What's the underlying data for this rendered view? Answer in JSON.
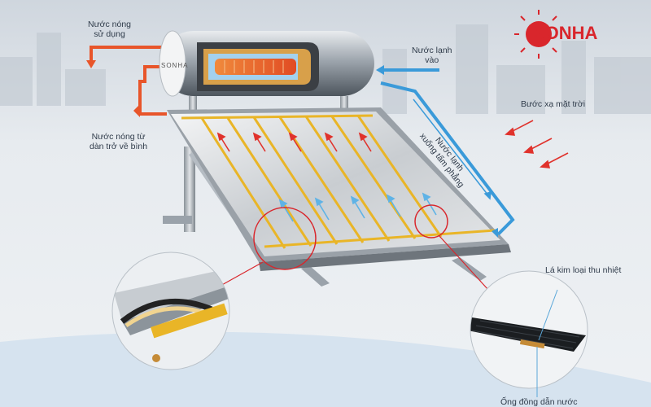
{
  "brand": {
    "name": "SONHA",
    "tank_badge": "SONHA",
    "colors": {
      "red": "#d9262c",
      "hot": "#e8552a",
      "cold": "#3a9ad9",
      "collector_gold": "#e9b527"
    }
  },
  "labels": {
    "hot_water_use": [
      "Nước nóng",
      "sử dụng"
    ],
    "cold_water_in": [
      "Nước lạnh",
      "vào"
    ],
    "solar_radiation": "Bước xạ mặt trời",
    "cold_water_down": [
      "Nước lạnh",
      "xuống tấm phẳng"
    ],
    "hot_water_return": [
      "Nước nóng từ",
      "dàn trở về bình"
    ],
    "metal_fin": "Lá kim loại thu nhiệt",
    "copper_pipe": "Ống đồng dẫn nước"
  },
  "icons": [
    "sun-logo-icon",
    "hot-arrow-icon",
    "cold-arrow-icon",
    "radiation-arrow-icon"
  ]
}
